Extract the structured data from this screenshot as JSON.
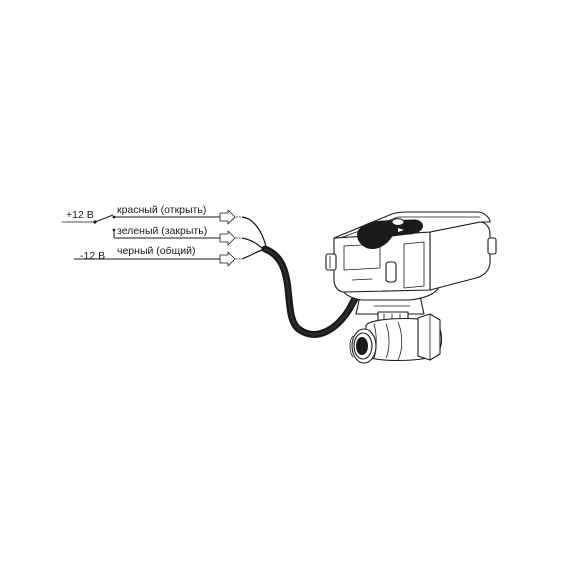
{
  "labels": {
    "plus_voltage": "+12 В",
    "minus_voltage": "-12 В",
    "wire_red": "красный (открыть)",
    "wire_green": "зеленый (закрыть)",
    "wire_black": "черный (общий)"
  },
  "colors": {
    "line": "#1a1a1a",
    "cable": "#111111",
    "background": "#ffffff"
  },
  "icons": {
    "connector": "arrow-plug-connector",
    "switch": "spdt-switch"
  }
}
